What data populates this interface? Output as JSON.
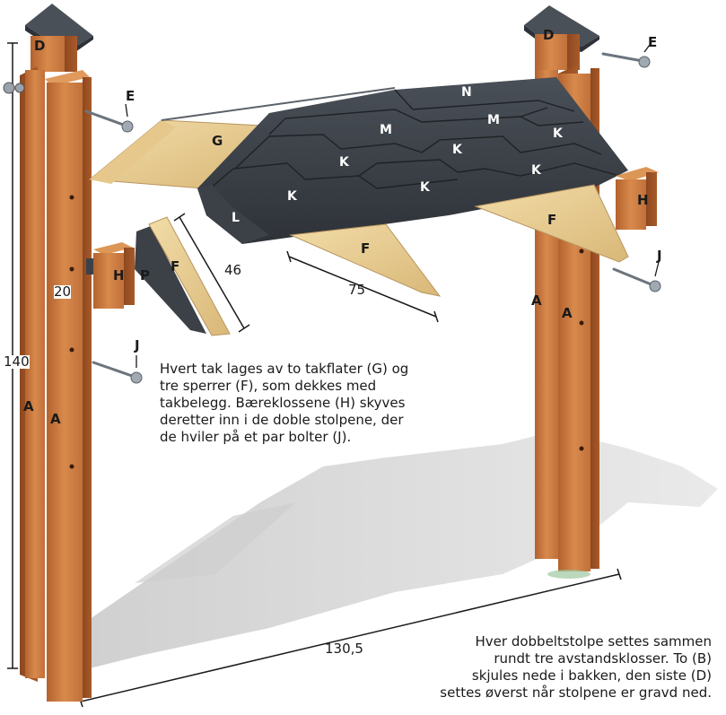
{
  "labels": {
    "A": "A",
    "D": "D",
    "E": "E",
    "F": "F",
    "G": "G",
    "H": "H",
    "J": "J",
    "K": "K",
    "L": "L",
    "M": "M",
    "N": "N",
    "P": "P"
  },
  "dimensions": {
    "height": "140",
    "spacing": "20",
    "rafter": "46",
    "roof_width": "75",
    "post_distance": "130,5"
  },
  "captions": {
    "roof": [
      "Hvert tak lages av to takflater (G) og",
      "tre sperrer (F), som dekkes med",
      "takbelegg. Bæreklossene (H) skyves",
      "deretter inn i de doble stolpene, der",
      "de hviler på et par bolter (J)."
    ],
    "posts": [
      "Hver dobbeltstolpe settes sammen",
      "rundt tre avstandsklosser. To (B)",
      "skjules nede i bakken, den siste (D)",
      "settes øverst når stolpene er gravd ned."
    ]
  },
  "colors": {
    "wood": "#c8743c",
    "wood_dark": "#9c5226",
    "plywood": "#ecd29a",
    "shingle": "#3b4048",
    "shadow": "#d8d8d8"
  }
}
